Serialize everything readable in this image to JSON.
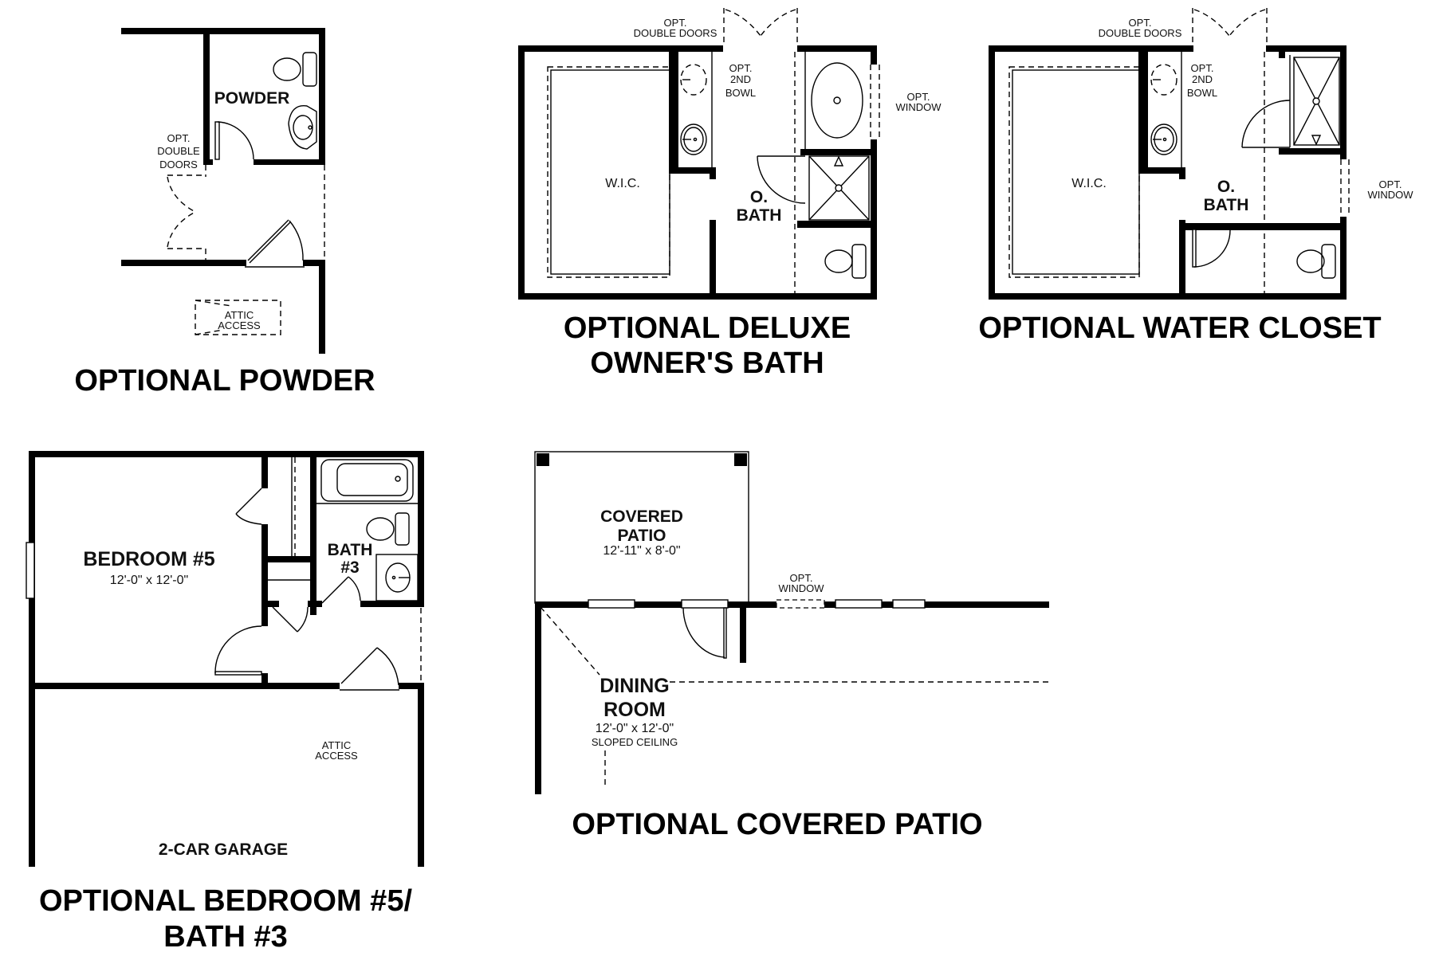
{
  "plans": {
    "powder": {
      "title": "OPTIONAL POWDER",
      "room_label": "POWDER",
      "double_doors": [
        "OPT.",
        "DOUBLE",
        "DOORS"
      ],
      "attic": [
        "ATTIC",
        "ACCESS"
      ]
    },
    "deluxe_bath": {
      "title_lines": [
        "OPTIONAL DELUXE",
        "OWNER'S BATH"
      ],
      "double_doors": [
        "OPT.",
        "DOUBLE DOORS"
      ],
      "second_bowl": [
        "OPT.",
        "2ND",
        "BOWL"
      ],
      "window": [
        "OPT.",
        "WINDOW"
      ],
      "wic": "W.I.C.",
      "bath": [
        "O.",
        "BATH"
      ]
    },
    "water_closet": {
      "title": "OPTIONAL WATER CLOSET",
      "double_doors": [
        "OPT.",
        "DOUBLE DOORS"
      ],
      "second_bowl": [
        "OPT.",
        "2ND",
        "BOWL"
      ],
      "window": [
        "OPT.",
        "WINDOW"
      ],
      "wic": "W.I.C.",
      "bath": [
        "O.",
        "BATH"
      ]
    },
    "bedroom5": {
      "title_lines": [
        "OPTIONAL BEDROOM #5/",
        "BATH #3"
      ],
      "bedroom_label": "BEDROOM #5",
      "bedroom_dims": "12'-0\" x 12'-0\"",
      "bath_label": [
        "BATH",
        "#3"
      ],
      "attic": [
        "ATTIC",
        "ACCESS"
      ],
      "garage": "2-CAR GARAGE"
    },
    "covered_patio": {
      "title": "OPTIONAL COVERED PATIO",
      "patio_label": [
        "COVERED",
        "PATIO"
      ],
      "patio_dims": "12'-11\" x 8'-0\"",
      "window": [
        "OPT.",
        "WINDOW"
      ],
      "dining_label": [
        "DINING",
        "ROOM"
      ],
      "dining_dims": "12'-0\" x 12'-0\"",
      "dining_note": "SLOPED CEILING"
    }
  }
}
